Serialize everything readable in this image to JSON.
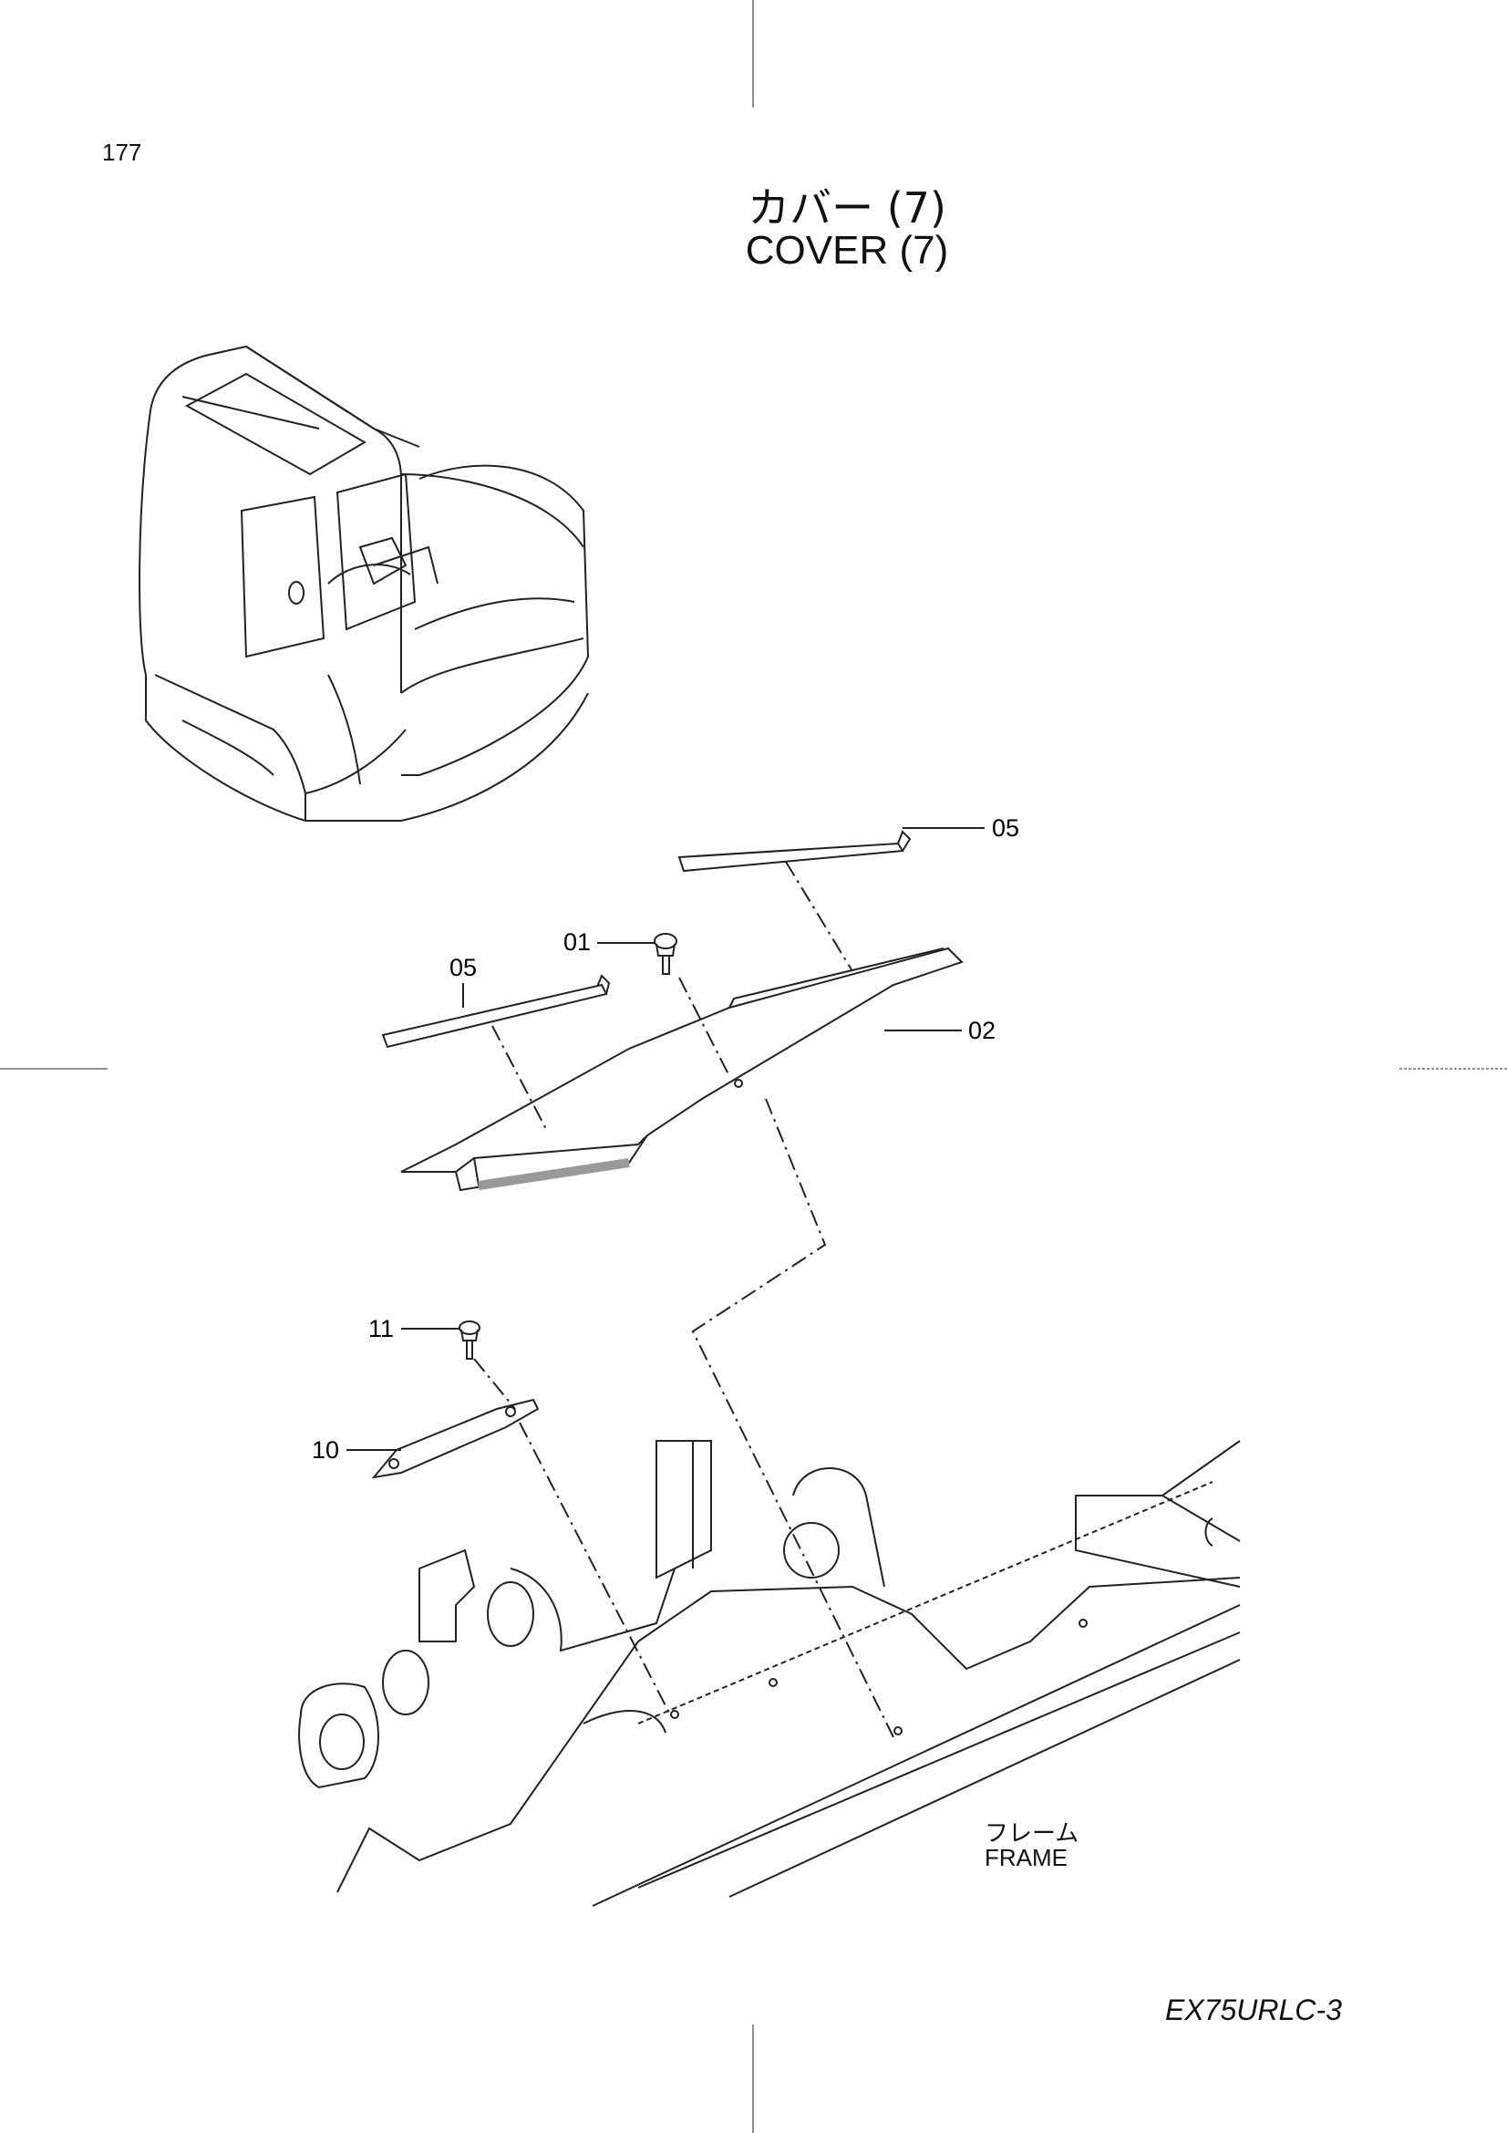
{
  "page": {
    "number": "177",
    "model": "EX75URLC-3"
  },
  "title": {
    "japanese": "カバー (7)",
    "english": "COVER (7)"
  },
  "frame_label": {
    "japanese": "フレーム",
    "english": "FRAME"
  },
  "callouts": {
    "c05_top": "05",
    "c01": "01",
    "c05_left": "05",
    "c02": "02",
    "c11": "11",
    "c10": "10"
  }
}
